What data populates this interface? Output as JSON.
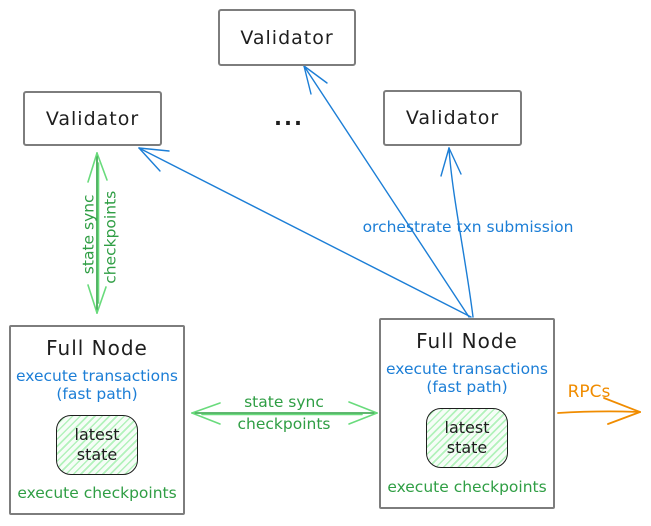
{
  "colors": {
    "black": "#1e1e1e",
    "blue": "#1c7ed6",
    "green": "#2f9e44",
    "green_light": "#69db7c",
    "orange": "#f08c00",
    "box_border": "#7d7d7d",
    "hatch": "#b2f2bb"
  },
  "validators": [
    {
      "label": "Validator"
    },
    {
      "label": "Validator"
    },
    {
      "label": "Validator"
    }
  ],
  "ellipsis": "...",
  "full_nodes": [
    {
      "title": "Full Node",
      "exec_line1": "execute transactions",
      "exec_line2": "(fast path)",
      "state_top": "latest",
      "state_bottom": "state",
      "footer": "execute checkpoints"
    },
    {
      "title": "Full Node",
      "exec_line1": "execute transactions",
      "exec_line2": "(fast path)",
      "state_top": "latest",
      "state_bottom": "state",
      "footer": "execute checkpoints"
    }
  ],
  "labels": {
    "vertical_sync_line1": "state sync",
    "vertical_sync_line2": "checkpoints",
    "horizontal_sync_line1": "state sync",
    "horizontal_sync_line2": "checkpoints",
    "orchestrate": "orchestrate txn submission",
    "rpcs": "RPCs"
  }
}
